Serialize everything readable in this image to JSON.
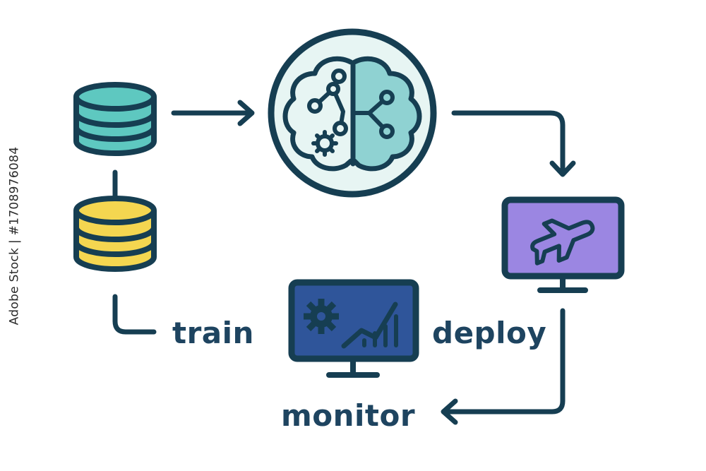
{
  "labels": {
    "train": "train",
    "deploy": "deploy",
    "monitor": "monitor"
  },
  "side_id": "Adobe Stock | #1708976084",
  "colors": {
    "stroke": "#163e52",
    "text": "#1e4460",
    "teal_db": "#5ec8c0",
    "yellow_db": "#f4d650",
    "brain_bg": "#e7f5f3",
    "brain_right": "#8fd2d2",
    "deploy_screen": "#9b86e2",
    "monitor_screen": "#2f559a"
  },
  "icons": [
    "database-icon",
    "brain-network-icon",
    "gear-icon",
    "airplane-icon",
    "analytics-chart-icon",
    "monitor-icon"
  ]
}
